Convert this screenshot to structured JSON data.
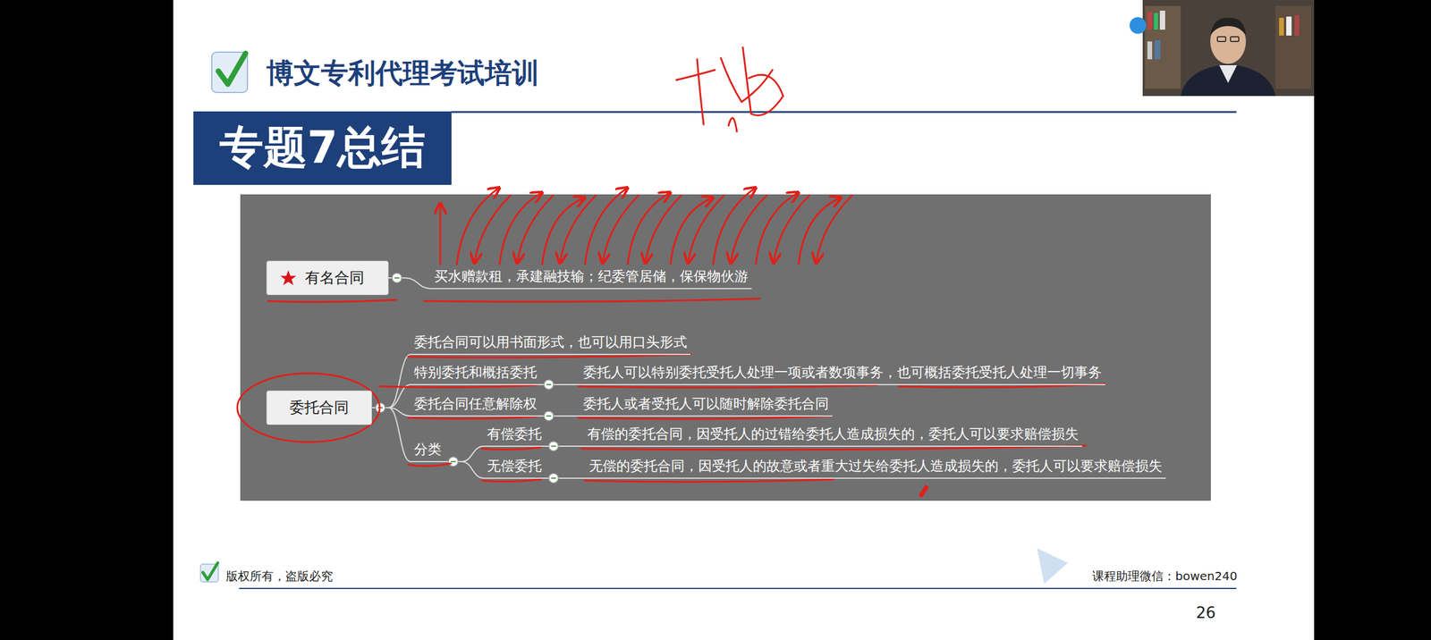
{
  "diagram": {
    "title": "专题7总结",
    "nodes": [
      {
        "text": [
          "有名合同"
        ]
      },
      {
        "text": [
          "买水赠款租，承建融技输；纪委管居储，保保物伙游"
        ]
      },
      {
        "text": [
          "委托合同"
        ]
      },
      {
        "text": [
          "委托合同可以用书面形式，也可以用口头形式"
        ]
      },
      {
        "text": [
          "特别委托和概括委托"
        ]
      },
      {
        "text": [
          "委托人可以特别委托受托人处理一项或者数项事务，也可概括委托受托人处理一切事务"
        ]
      },
      {
        "text": [
          "委托合同任意解除权"
        ]
      },
      {
        "text": [
          "委托人或者受托人可以随时解除委托合同"
        ]
      },
      {
        "text": [
          "分类"
        ]
      },
      {
        "text": [
          "有偿委托"
        ]
      },
      {
        "text": [
          "有偿的委托合同，因受托人的过错给委托人造成损失的，委托人可以要求赔偿损失"
        ]
      },
      {
        "text": [
          "无偿委托"
        ]
      },
      {
        "text": [
          "无偿的委托合同，因受托人的故意或者重大过失给委托人造成损失的，委托人可以要求赔偿损失"
        ]
      }
    ],
    "edges": [
      {
        "from": 0,
        "to": 1,
        "arrow": "none"
      },
      {
        "from": 2,
        "to": 3,
        "arrow": "none"
      },
      {
        "from": 2,
        "to": 4,
        "arrow": "none"
      },
      {
        "from": 4,
        "to": 5,
        "arrow": "none"
      },
      {
        "from": 2,
        "to": 6,
        "arrow": "none"
      },
      {
        "from": 6,
        "to": 7,
        "arrow": "none"
      },
      {
        "from": 2,
        "to": 8,
        "arrow": "none"
      },
      {
        "from": 8,
        "to": 9,
        "arrow": "none"
      },
      {
        "from": 9,
        "to": 10,
        "arrow": "none"
      },
      {
        "from": 8,
        "to": 11,
        "arrow": "none"
      },
      {
        "from": 11,
        "to": 12,
        "arrow": "none"
      }
    ],
    "labels": [
      "博文专利代理考试培训",
      "版权所有，盗版必究",
      "课程助理微信：bowen240",
      "26"
    ]
  }
}
